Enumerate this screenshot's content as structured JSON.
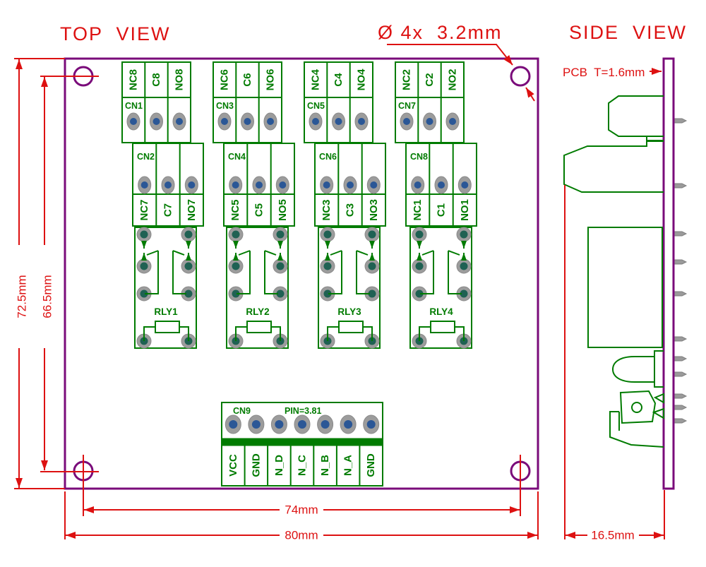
{
  "titles": {
    "top": "TOP  VIEW",
    "side": "SIDE  VIEW"
  },
  "annotations": {
    "holes": "Ø 4x  3.2mm",
    "pcb_thickness": "PCB  T=1.6mm"
  },
  "dimensions": {
    "board_height": "72.5mm",
    "hole_span_v": "66.5mm",
    "hole_span_h": "74mm",
    "board_width": "80mm",
    "side_depth": "16.5mm"
  },
  "connectors": {
    "row1": [
      {
        "cn": "CN1",
        "contacts": [
          "NC8",
          "C8",
          "NO8"
        ]
      },
      {
        "cn": "CN3",
        "contacts": [
          "NC6",
          "C6",
          "NO6"
        ]
      },
      {
        "cn": "CN5",
        "contacts": [
          "NC4",
          "C4",
          "NO4"
        ]
      },
      {
        "cn": "CN7",
        "contacts": [
          "NC2",
          "C2",
          "NO2"
        ]
      }
    ],
    "row2": [
      {
        "cn": "CN2",
        "contacts": [
          "NC7",
          "C7",
          "NO7"
        ]
      },
      {
        "cn": "CN4",
        "contacts": [
          "NC5",
          "C5",
          "NO5"
        ]
      },
      {
        "cn": "CN6",
        "contacts": [
          "NC3",
          "C3",
          "NO3"
        ]
      },
      {
        "cn": "CN8",
        "contacts": [
          "NC1",
          "C1",
          "NO1"
        ]
      }
    ],
    "cn9": {
      "name": "CN9",
      "pitch": "PIN=3.81",
      "pins": [
        "VCC",
        "GND",
        "N_D",
        "N_C",
        "N_B",
        "N_A",
        "GND"
      ]
    }
  },
  "relays": [
    "RLY1",
    "RLY2",
    "RLY3",
    "RLY4"
  ],
  "colors": {
    "dimension_red": "#dd1111",
    "board_purple": "#7a0b7a",
    "component_green": "#007b00",
    "pad_gray": "#9c9c9c",
    "pad_blue": "#2b5796",
    "pad_teal": "#1f6153"
  }
}
